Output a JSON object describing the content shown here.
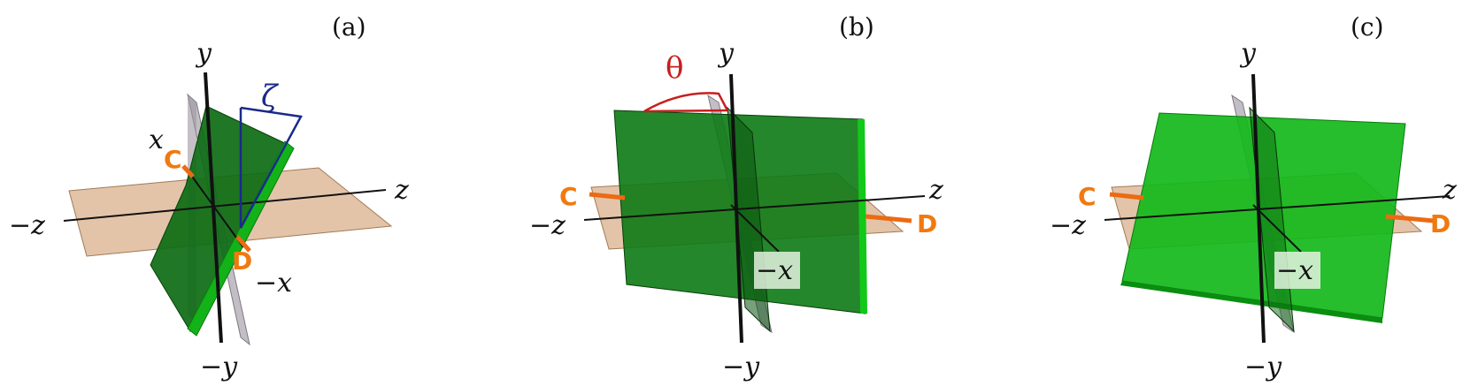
{
  "panels": [
    {
      "id": "a",
      "label": "(a)",
      "axes": {
        "pos_y": "y",
        "neg_y": "−y",
        "pos_x": "x",
        "neg_x": "−x",
        "pos_z": "z",
        "neg_z": "−z"
      },
      "points": {
        "c": "C",
        "d": "D"
      },
      "angle": "ζ"
    },
    {
      "id": "b",
      "label": "(b)",
      "axes": {
        "pos_y": "y",
        "neg_y": "−y",
        "neg_x": "−x",
        "pos_z": "z",
        "neg_z": "−z"
      },
      "points": {
        "c": "C",
        "d": "D"
      },
      "angle": "θ"
    },
    {
      "id": "c",
      "label": "(c)",
      "axes": {
        "pos_y": "y",
        "neg_y": "−y",
        "neg_x": "−x",
        "pos_z": "z",
        "neg_z": "−z"
      },
      "points": {
        "c": "C",
        "d": "D"
      }
    }
  ],
  "colors": {
    "horizontal_plane": "#d9b08c",
    "vertical_plane": "#b9b3bb",
    "rotated_plane_dark": "#0d6b14",
    "rotated_plane_bright": "#12b218",
    "axis_line": "#111111",
    "point_line": "#ec6a12",
    "zeta_marker": "#1a2a8a",
    "theta_marker": "#c81e1e"
  }
}
